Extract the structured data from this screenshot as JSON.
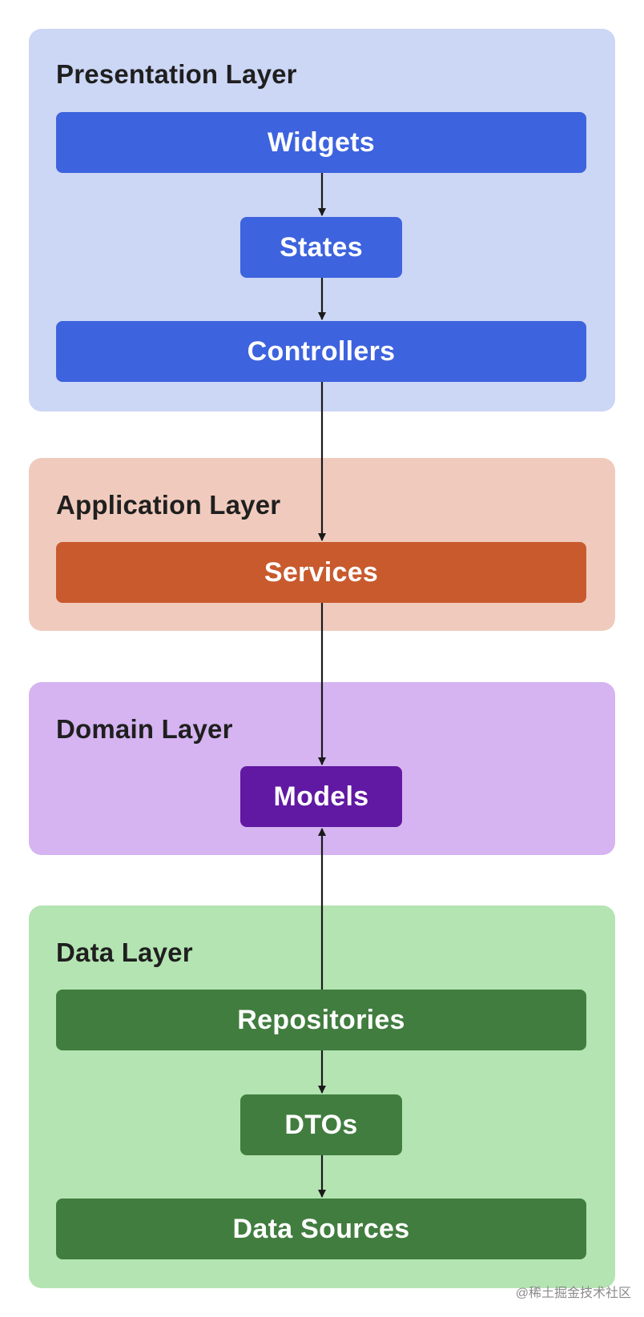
{
  "colors": {
    "presentation_bg": "#ccd6f5",
    "presentation_box": "#3d63de",
    "application_bg": "#f0cbbd",
    "application_box": "#c85a2e",
    "domain_bg": "#d5b4f1",
    "domain_box": "#6118a2",
    "data_bg": "#b4e4b2",
    "data_box": "#417d3f",
    "arrow": "#1a1a1a"
  },
  "layers": {
    "presentation": {
      "title": "Presentation Layer",
      "widgets": "Widgets",
      "states": "States",
      "controllers": "Controllers"
    },
    "application": {
      "title": "Application Layer",
      "services": "Services"
    },
    "domain": {
      "title": "Domain Layer",
      "models": "Models"
    },
    "data": {
      "title": "Data Layer",
      "repositories": "Repositories",
      "dtos": "DTOs",
      "data_sources": "Data Sources"
    }
  },
  "watermark": "@稀土掘金技术社区"
}
